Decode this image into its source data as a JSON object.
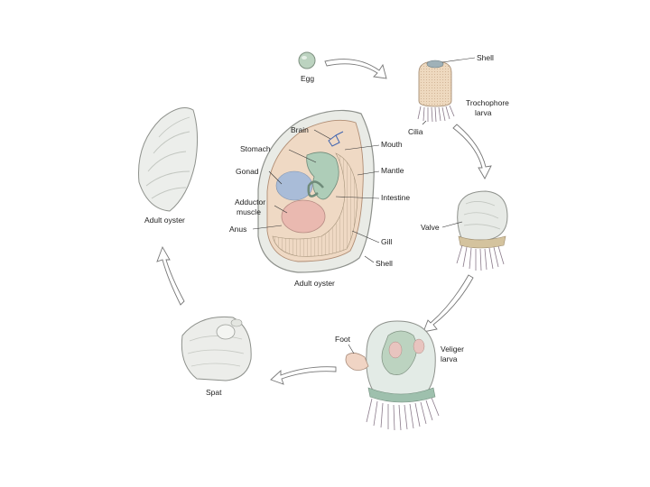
{
  "labels": {
    "egg": "Egg",
    "shell_top": "Shell",
    "trochophore_line1": "Trochophore",
    "trochophore_line2": "larva",
    "cilia": "Cilia",
    "valve": "Valve",
    "foot": "Foot",
    "veliger_line1": "Veliger",
    "veliger_line2": "larva",
    "spat": "Spat",
    "adult_oyster_left": "Adult oyster",
    "adult_oyster_center": "Adult oyster",
    "brain": "Brain",
    "stomach": "Stomach",
    "gonad": "Gonad",
    "adductor_line1": "Adductor",
    "adductor_line2": "muscle",
    "anus": "Anus",
    "mouth": "Mouth",
    "mantle": "Mantle",
    "intestine": "Intestine",
    "gill": "Gill",
    "shell_center": "Shell"
  },
  "colors": {
    "shell": "#e9ebe6",
    "shell_edge": "#8e918c",
    "mantle": "#efd9c4",
    "organ_green": "#aecdb8",
    "gonad_blue": "#a9bcd8",
    "adductor": "#eab9b0",
    "egg": "#bcd3c0",
    "trochophore": "#eed9bf",
    "veliger_shell": "#e3ebe6",
    "cilia": "#8a7a8a"
  },
  "icons": [
    "egg-icon",
    "trochophore-icon",
    "veliger-icon",
    "spat-icon",
    "adult-oyster-icon",
    "oyster-anatomy-icon",
    "cycle-arrow-icon"
  ]
}
